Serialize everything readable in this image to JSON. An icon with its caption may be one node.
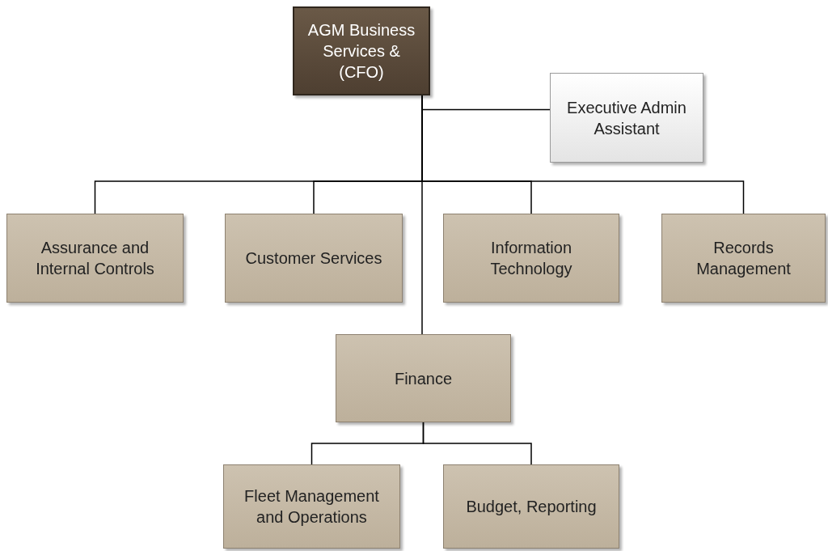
{
  "diagram": {
    "nodes": [
      {
        "text": [
          "AGM Business Services & (CFO)"
        ]
      },
      {
        "text": [
          "Executive Admin Assistant"
        ]
      },
      {
        "text": [
          "Assurance and Internal Controls"
        ]
      },
      {
        "text": [
          "Customer Services"
        ]
      },
      {
        "text": [
          "Information Technology"
        ]
      },
      {
        "text": [
          "Records Management"
        ]
      },
      {
        "text": [
          "Finance"
        ]
      },
      {
        "text": [
          "Fleet Management and Operations"
        ]
      },
      {
        "text": [
          "Budget, Reporting"
        ]
      }
    ],
    "edges": [
      {
        "from": 0,
        "to": 1,
        "arrow": "none"
      },
      {
        "from": 0,
        "to": 2,
        "arrow": "none"
      },
      {
        "from": 0,
        "to": 3,
        "arrow": "none"
      },
      {
        "from": 0,
        "to": 4,
        "arrow": "none"
      },
      {
        "from": 0,
        "to": 5,
        "arrow": "none"
      },
      {
        "from": 0,
        "to": 6,
        "arrow": "none"
      },
      {
        "from": 6,
        "to": 7,
        "arrow": "none"
      },
      {
        "from": 6,
        "to": 8,
        "arrow": "none"
      }
    ]
  }
}
